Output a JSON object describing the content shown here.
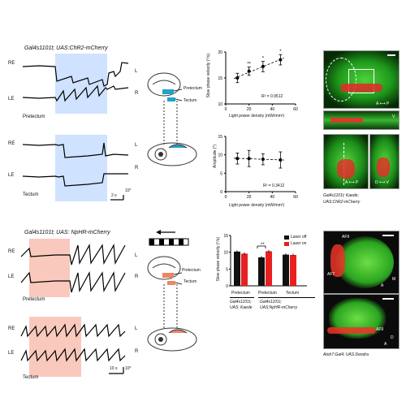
{
  "panel_a": {
    "genotype": "Gal4s1101t; UAS:ChR2-mCherry",
    "pretectum_label": "Pretectum",
    "tectum_label": "Tectum",
    "re": "RE",
    "le": "LE",
    "lr_top": "L",
    "lr_bottom": "R",
    "scalebar": "2 s",
    "scalebar_deg": "10°",
    "stim_color": "#cfe2ff",
    "schem_pretectum": "Pretectum",
    "schem_tectum": "Tectum"
  },
  "velocity_plot": {
    "ylabel": "Slow phase velocity (°/s)",
    "xlabel": "Light power density (mW/mm²)",
    "r2": "R² = 0.9512",
    "yticks": [
      "20",
      "15",
      "10"
    ],
    "xticks": [
      "0",
      "20",
      "40",
      "60"
    ],
    "sig": [
      "**",
      "*",
      "*"
    ]
  },
  "amplitude_plot": {
    "ylabel": "Amplitude (°)",
    "xlabel": "Light power density (mW/mm²)",
    "r2": "R² = 0.3412",
    "yticks": [
      "15",
      "10",
      "5",
      "0"
    ],
    "xticks": [
      "0",
      "20",
      "40",
      "60"
    ]
  },
  "chart_data": [
    {
      "type": "scatter",
      "xlabel": "Light power density (mW/mm²)",
      "ylabel": "Slow phase velocity (°/s)",
      "xlim": [
        0,
        60
      ],
      "ylim": [
        10,
        20
      ],
      "x": [
        10,
        20,
        32,
        47
      ],
      "y": [
        15.0,
        16.3,
        17.2,
        18.5
      ],
      "err": [
        0.9,
        0.8,
        1.0,
        1.0
      ],
      "fit": "linear dashed"
    },
    {
      "type": "scatter",
      "xlabel": "Light power density (mW/mm²)",
      "ylabel": "Amplitude (°)",
      "xlim": [
        0,
        60
      ],
      "ylim": [
        0,
        15
      ],
      "x": [
        10,
        20,
        32,
        47
      ],
      "y": [
        9.0,
        9.0,
        8.8,
        8.6
      ],
      "err": [
        1.5,
        2.2,
        1.5,
        2.2
      ],
      "fit": "linear dashed"
    },
    {
      "type": "bar",
      "ylabel": "Slow phase velocity (°/s)",
      "ylim": [
        0,
        15
      ],
      "yticks": [
        "15",
        "10",
        "5",
        "0"
      ],
      "categories": [
        "Pretectum",
        "Pretectum",
        "Tectum"
      ],
      "series": [
        {
          "name": "Laser off",
          "values": [
            10.2,
            8.5,
            9.3
          ],
          "color": "#111111"
        },
        {
          "name": "Laser on",
          "values": [
            9.6,
            10.3,
            9.2
          ],
          "color": "#e82020"
        }
      ],
      "sig": "**"
    }
  ],
  "micrographs_top": {
    "caption_line1": "Gal4s1101t; Kaede;",
    "caption_line2": "UAS:ChR2-mCherry",
    "ap": "A ⟷ P",
    "dv": "D ⟷ V",
    "ap2": "A ⟷ P",
    "v": "V"
  },
  "panel_b": {
    "genotype": "Gal4s1101t; UAS: NpHR-mCherry",
    "pretectum_label": "Pretectum",
    "tectum_label": "Tectum",
    "re": "RE",
    "le": "LE",
    "lr_top": "L",
    "lr_bottom": "R",
    "scalebar": "10 s",
    "scalebar_deg": "10°",
    "stim_color": "#f9c9bd",
    "schem_pretectum": "Pretectum",
    "schem_tectum": "Tectum"
  },
  "bar_plot": {
    "ylabel": "Slow phase velocity (°/s)",
    "legend_off": "Laser off",
    "legend_on": "Laser on",
    "sig": "**",
    "g1_l1": "Pretectum",
    "g2_l1": "Pretectum",
    "g3_l1": "Tectum",
    "g1_l2": "Gal4s1101t;",
    "g1_l3": "UAS: Kaede",
    "g2_l2": "Gal4s1101t;",
    "g2_l3": "UAS:NpHR-mCherry"
  },
  "micrographs_bottom": {
    "af9": "AF9",
    "af7": "AF7",
    "af9b": "AF9",
    "a": "A",
    "m": "M",
    "d": "D",
    "a2": "A",
    "caption": "Atoh7:Gal4; UAS:Dendra"
  }
}
